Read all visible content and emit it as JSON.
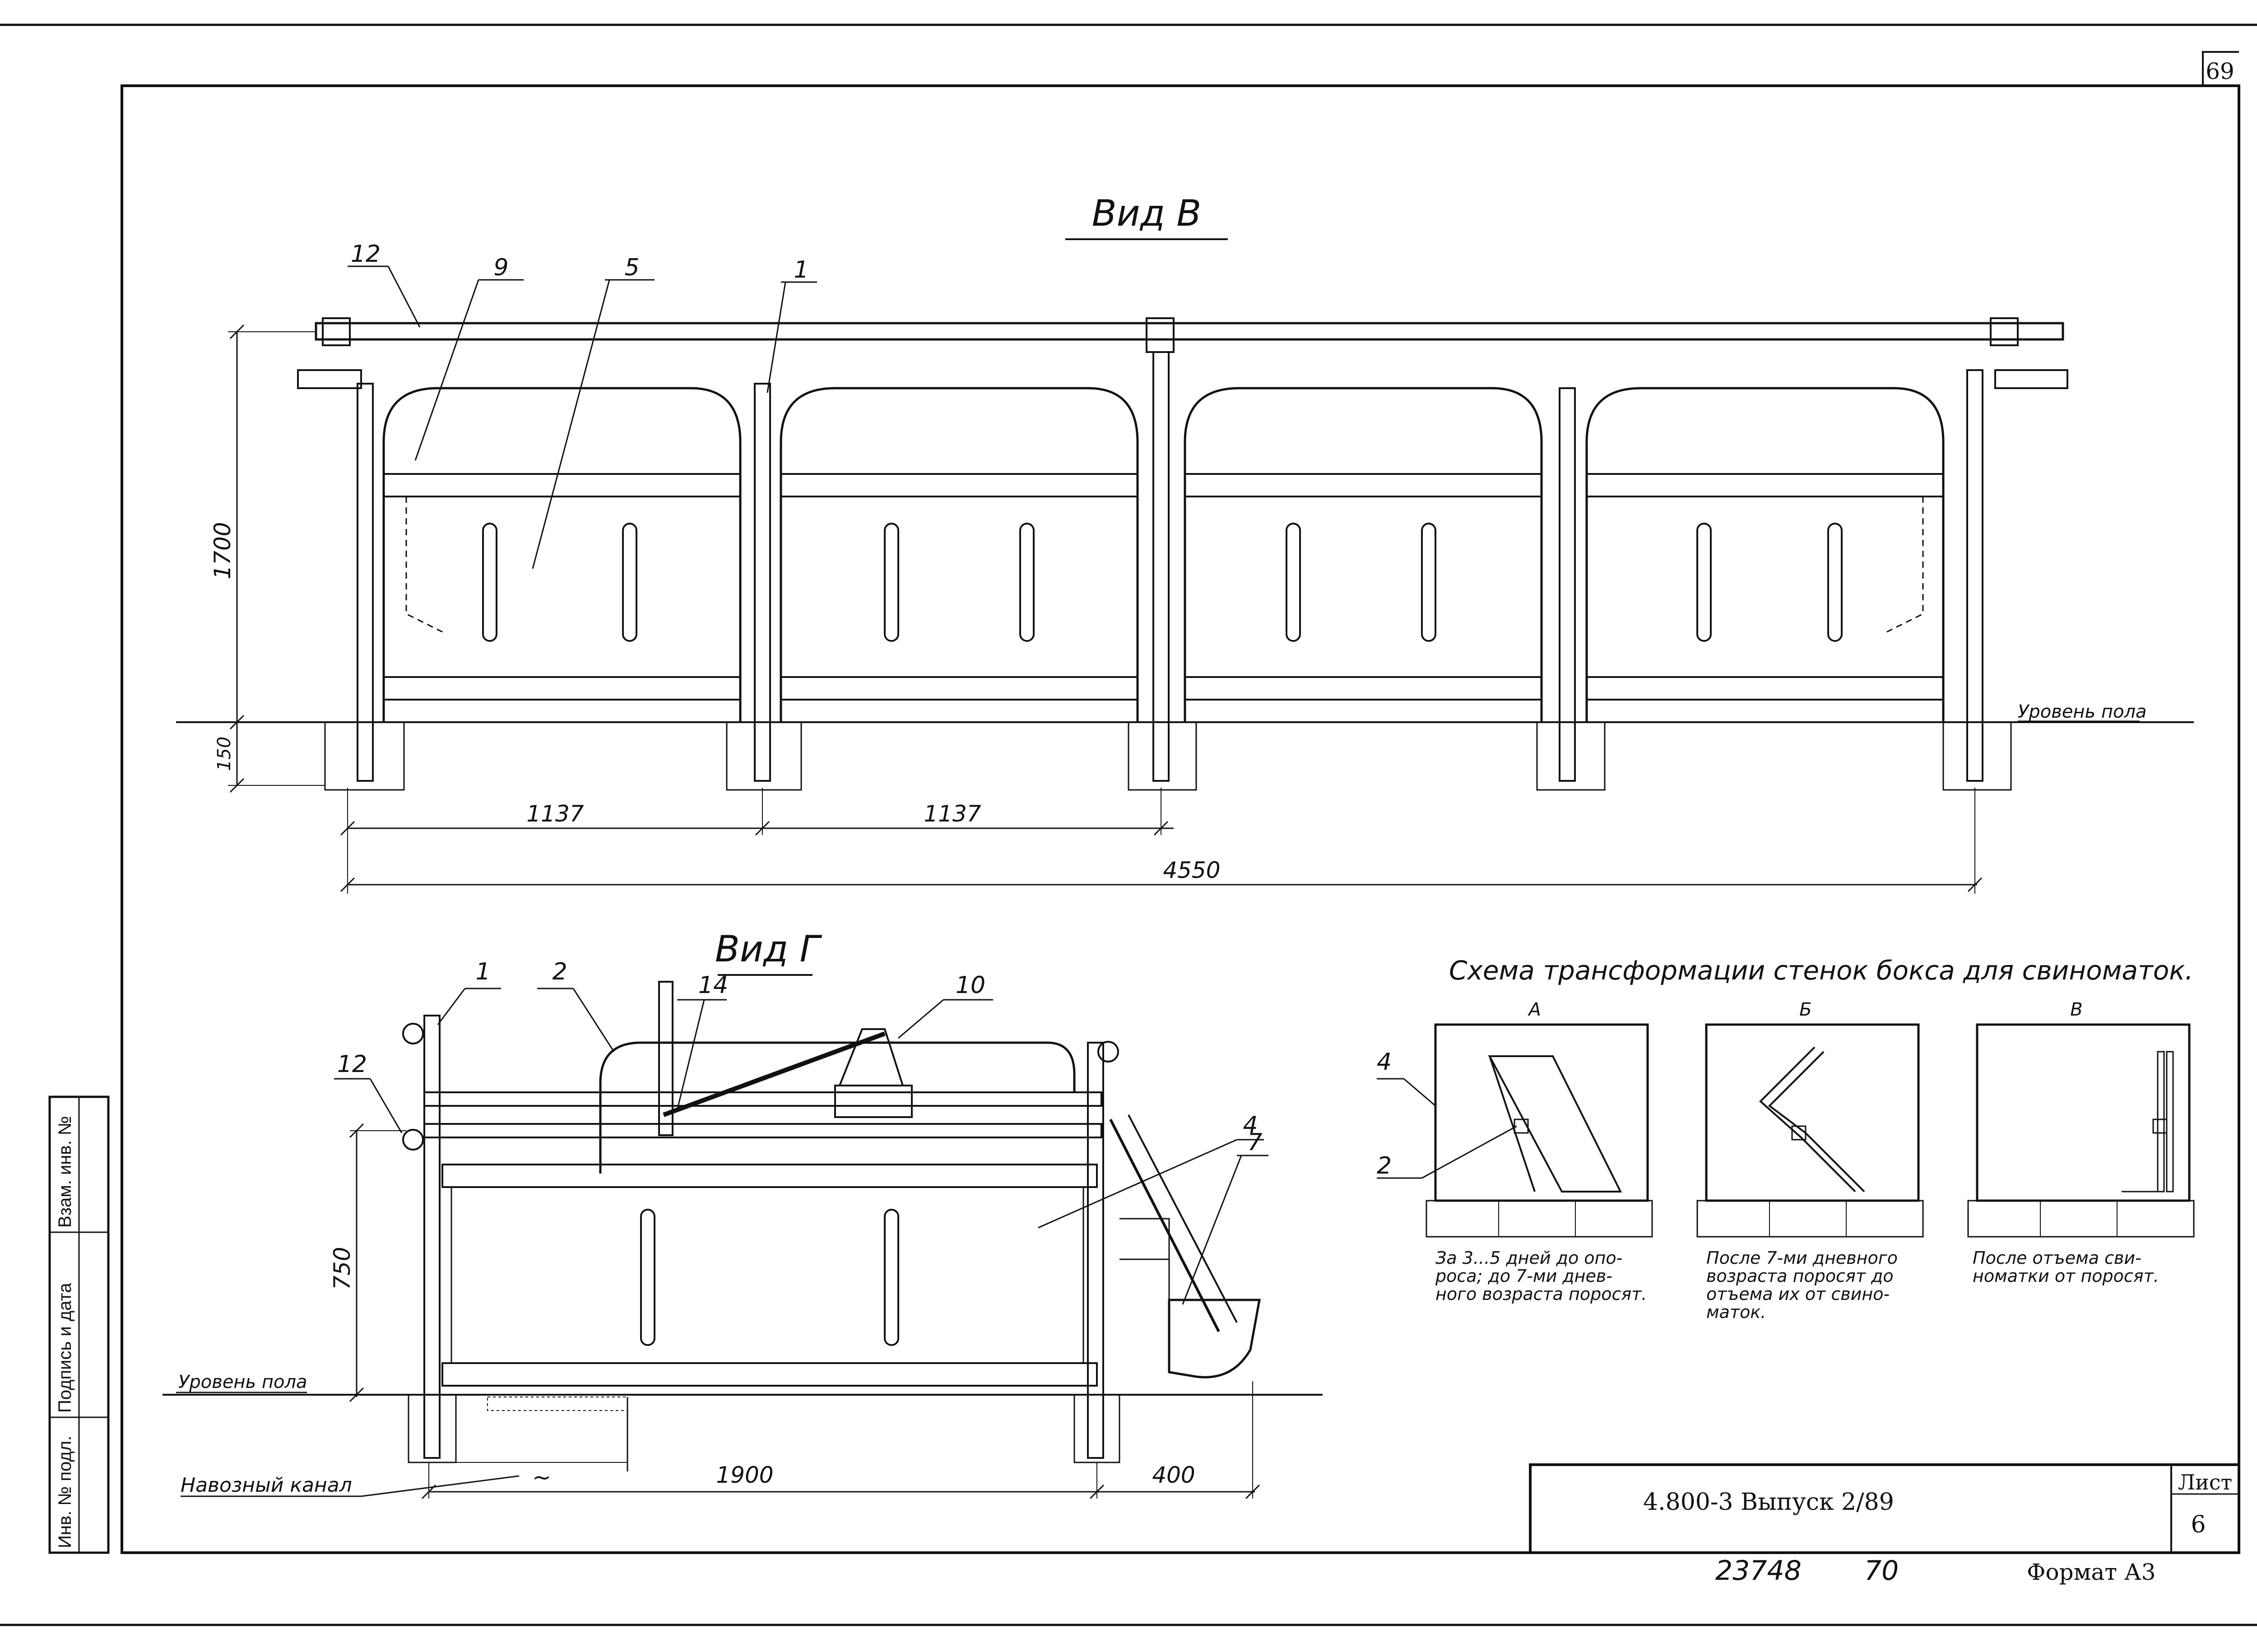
{
  "sheet": {
    "page_number": "69",
    "sheet_label": "Лист",
    "sheet_value": "6",
    "designation": "4.800-3  Выпуск 2/89",
    "bottom_number_1": "23748",
    "bottom_number_2": "70",
    "format": "Формат А3"
  },
  "side_stamp": {
    "inv_orig": "Инв. № подл.",
    "sign_date": "Подпись и дата",
    "inv_replace": "Взам. инв. №"
  },
  "view_b": {
    "title": "Вид В",
    "callouts": [
      "12",
      "9",
      "5",
      "1"
    ],
    "dim_height": "1700",
    "dim_base": "150",
    "dim_span_1": "1137",
    "dim_span_2": "1137",
    "dim_total": "4550",
    "floor_label": "Уровень пола"
  },
  "view_g": {
    "title": "Вид Г",
    "callouts": [
      "1",
      "2",
      "14",
      "10",
      "12",
      "4",
      "7"
    ],
    "dim_height": "750",
    "dim_length": "1900",
    "dim_extra": "400",
    "tilde": "~",
    "floor_label": "Уровень пола",
    "channel_label": "Навозный канал"
  },
  "scheme": {
    "title": "Схема трансформации стенок бокса для свиноматок.",
    "callout_4": "4",
    "callout_2": "2",
    "panels": [
      {
        "letter": "А",
        "caption": [
          "За 3...5 дней до опо-",
          "роса; до 7-ми днев-",
          "ного возраста поросят."
        ]
      },
      {
        "letter": "Б",
        "caption": [
          "После 7-ми дневного",
          "возраста поросят до",
          "отъема их от свино-",
          "маток."
        ]
      },
      {
        "letter": "В",
        "caption": [
          "После отъема сви-",
          "номатки от поросят."
        ]
      }
    ]
  }
}
